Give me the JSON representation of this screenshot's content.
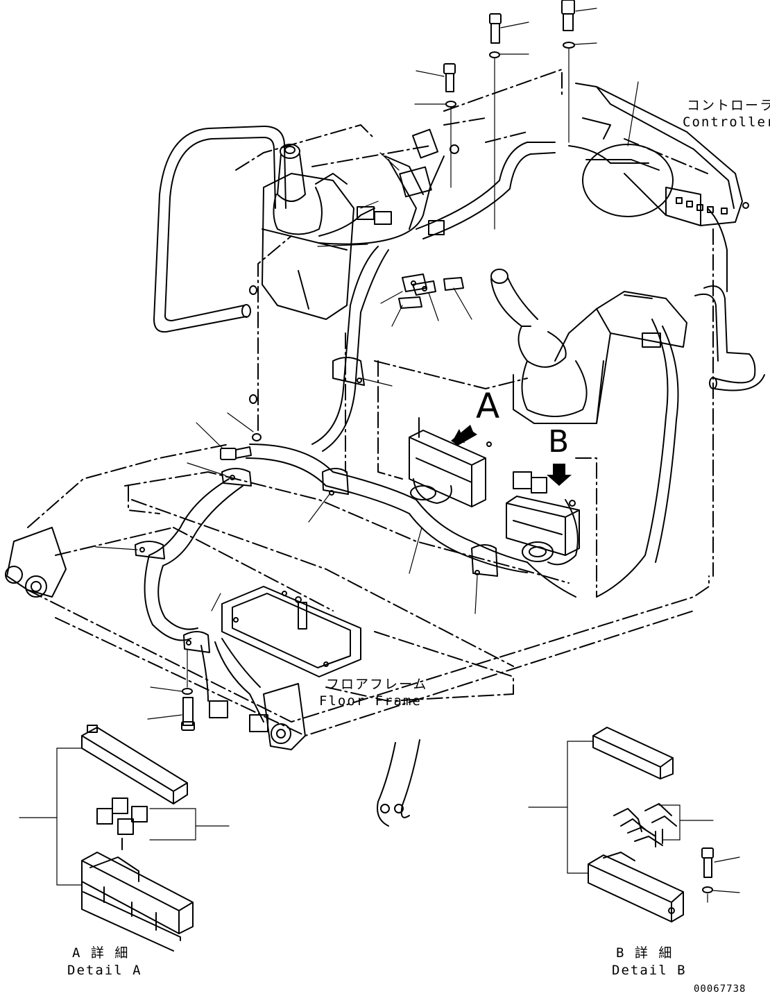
{
  "labels": {
    "controller_jp": "コントローラ",
    "controller_en": "Controller",
    "floor_frame_jp": "フロアフレーム",
    "floor_frame_en": "Floor Frame",
    "detail_a_jp": "A 詳 細",
    "detail_a_en": "Detail A",
    "detail_b_jp": "B 詳 細",
    "detail_b_en": "Detail B",
    "callout_a": "A",
    "callout_b": "B",
    "drawing_number": "00067738"
  }
}
